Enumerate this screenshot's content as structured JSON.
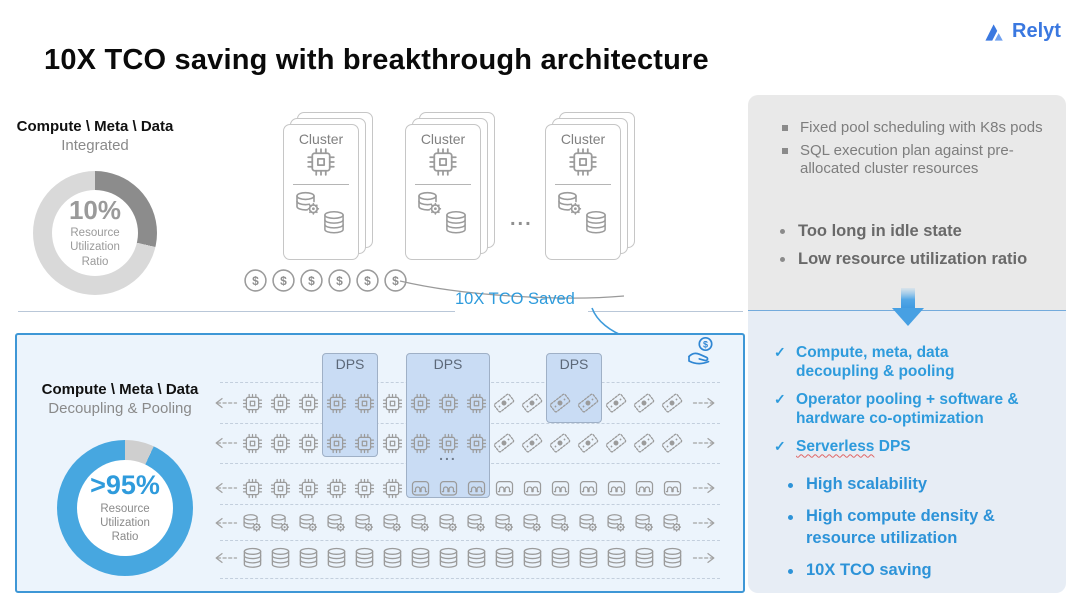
{
  "logo": {
    "name": "Relyt"
  },
  "title": "10X TCO saving with breakthrough architecture",
  "integrated": {
    "heading": "Compute \\ Meta \\ Data",
    "subheading": "Integrated",
    "donut": {
      "value": "10%",
      "label_lines": [
        "Resource",
        "Utilization",
        "Ratio"
      ],
      "segment_deg": 103
    }
  },
  "clusters": {
    "label": "Cluster",
    "count": 3,
    "ellipsis": "..."
  },
  "coins": {
    "count": 6
  },
  "tco_saved": "10X TCO Saved",
  "decoupled": {
    "heading": "Compute \\ Meta \\ Data",
    "subheading": "Decoupling & Pooling",
    "donut": {
      "value": ">95%",
      "label_lines": [
        "Resource",
        "Utilization",
        "Ratio"
      ],
      "segment_deg": 25
    }
  },
  "grid": {
    "rows": [
      [
        [
          "cpu",
          9
        ],
        [
          "money",
          7
        ]
      ],
      [
        [
          "cpu",
          9
        ],
        [
          "money",
          7
        ]
      ],
      [
        [
          "cpu",
          6
        ],
        [
          "wave",
          10
        ]
      ],
      [
        [
          "dbgear",
          16
        ]
      ],
      [
        [
          "db",
          16
        ]
      ]
    ],
    "dps_boxes": [
      {
        "label": "DPS",
        "col_start": 4,
        "col_end": 5,
        "row_span": 2
      },
      {
        "label": "DPS",
        "col_start": 7,
        "col_end": 9,
        "row_span": 3,
        "dots": "..."
      },
      {
        "label": "DPS",
        "col_start": 12,
        "col_end": 13,
        "row_span": 1
      }
    ]
  },
  "right_panel": {
    "problems": [
      "Fixed pool scheduling with K8s pods",
      "SQL execution plan against pre-allocated cluster resources"
    ],
    "pains": [
      "Too long in idle state",
      "Low resource utilization ratio"
    ],
    "solutions": [
      "Compute, meta, data decoupling & pooling",
      "Operator pooling + software & hardware co-optimization"
    ],
    "solution_serverless": {
      "word": "Serverless",
      "rest": " DPS"
    }
  },
  "benefits": [
    "High scalability",
    "High compute density & resource utilization",
    "10X TCO saving"
  ],
  "icons": {
    "check": "✓",
    "dollar": "$"
  },
  "colors": {
    "accent_blue": "#2e9bdc",
    "donut_blue": "#47a7e0",
    "donut_dark": "#8c8c8c",
    "donut_light": "#d9d9d9",
    "donut_notch": "#cfcfcf",
    "box_border": "#3e97d6",
    "icon_gray": "#9b9b9b"
  }
}
